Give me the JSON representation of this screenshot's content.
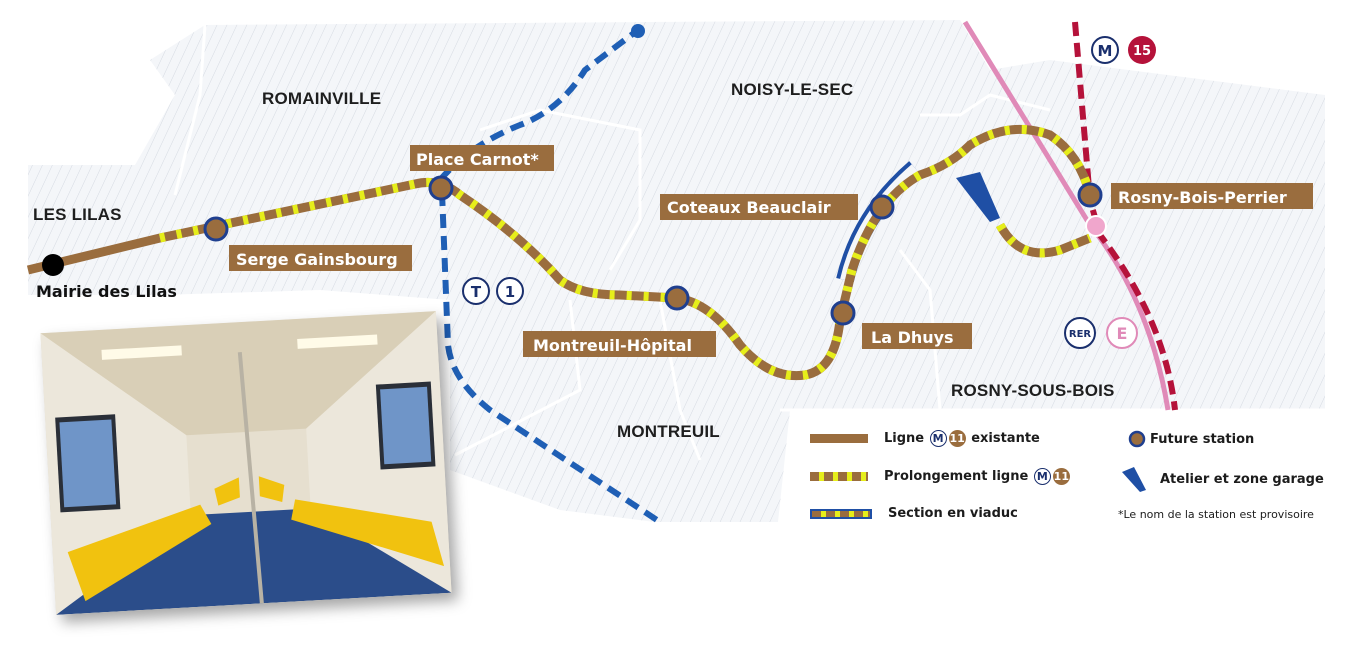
{
  "communes": [
    {
      "id": "les-lilas",
      "label": "LES LILAS"
    },
    {
      "id": "romainville",
      "label": "ROMAINVILLE"
    },
    {
      "id": "noisy-le-sec",
      "label": "NOISY-LE-SEC"
    },
    {
      "id": "montreuil",
      "label": "MONTREUIL"
    },
    {
      "id": "rosny-sous-bois",
      "label": "ROSNY-SOUS-BOIS"
    }
  ],
  "terminus": {
    "label": "Mairie des Lilas"
  },
  "stations": [
    {
      "id": "serge-gainsbourg",
      "label": "Serge Gainsbourg"
    },
    {
      "id": "place-carnot",
      "label": "Place Carnot*"
    },
    {
      "id": "montreuil-hopital",
      "label": "Montreuil-Hôpital"
    },
    {
      "id": "coteaux-beauclair",
      "label": "Coteaux Beauclair"
    },
    {
      "id": "la-dhuys",
      "label": "La Dhuys"
    },
    {
      "id": "rosny-bois-perrier",
      "label": "Rosny-Bois-Perrier"
    }
  ],
  "connections": {
    "tram": {
      "mode": "T",
      "line": "1",
      "color": "#1f5fb5"
    },
    "metro15": {
      "mode": "M",
      "line": "15",
      "color": "#b5123a"
    },
    "rer": {
      "mode": "RER",
      "line": "E",
      "color": "#e08ab8"
    }
  },
  "legend": {
    "existing": {
      "prefix": "Ligne",
      "suffix": "existante",
      "mode": "M",
      "line": "11"
    },
    "prolongation": {
      "prefix": "Prolongement ligne",
      "mode": "M",
      "line": "11"
    },
    "viaduct": {
      "label": "Section en viaduc"
    },
    "future_station": {
      "label": "Future station"
    },
    "depot": {
      "label": "Atelier et zone garage"
    },
    "footnote": "*Le nom de la station est provisoire"
  },
  "colors": {
    "line11": "#9a6d3e",
    "prolong_stripe": "#e6ee1a",
    "viaduct": "#1f4fa5",
    "station_ring": "#1f3f8f",
    "tram": "#1f5fb5",
    "metro15": "#b5123a",
    "rer_e": "#e08ab8"
  }
}
